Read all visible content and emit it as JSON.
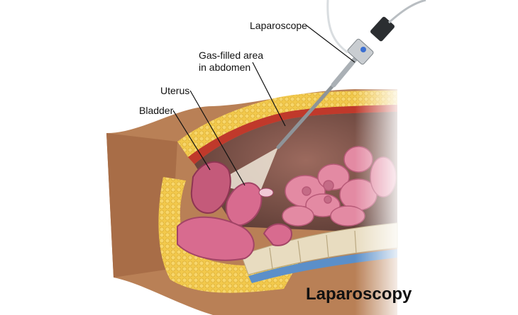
{
  "title": "Laparoscopy",
  "labels": {
    "laparoscope": "Laparoscope",
    "gas_line1": "Gas-filled area",
    "gas_line2": "in abdomen",
    "uterus": "Uterus",
    "bladder": "Bladder"
  },
  "colors": {
    "skin": "#b98056",
    "fat": "#f2c94c",
    "muscle": "#c0392b",
    "cavity": "#7a5148",
    "intestine": "#e38aa3",
    "uterus": "#d86b8f",
    "bone": "#e8dcc0",
    "spine_blue": "#5b8fc9",
    "instrument": "#8e9499"
  }
}
